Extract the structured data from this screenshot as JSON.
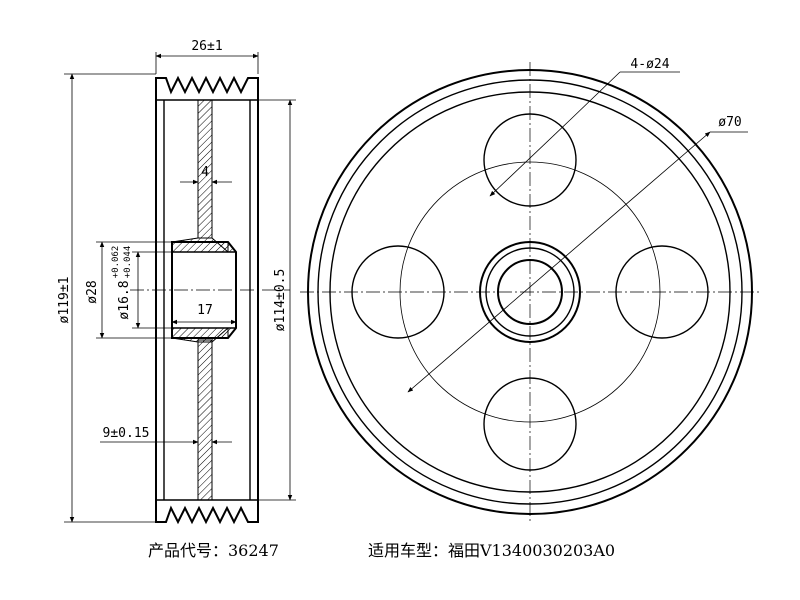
{
  "side_view": {
    "width_dim": "26±1",
    "groove_dim": "4",
    "outer_dia": "ø119±1",
    "hub_dia": "ø28",
    "bore_dia": "ø16.8",
    "bore_tol_upper": "+0.062",
    "bore_tol_lower": "+0.044",
    "hub_length": "17",
    "web_offset": "9±0.15",
    "pitch_dia": "ø114±0.5"
  },
  "front_view": {
    "holes_dim": "4-ø24",
    "pcd_dim": "ø70"
  },
  "footer": {
    "part_no_label": "产品代号：36247",
    "vehicle_label": "适用车型：福田V1340030203A0"
  }
}
